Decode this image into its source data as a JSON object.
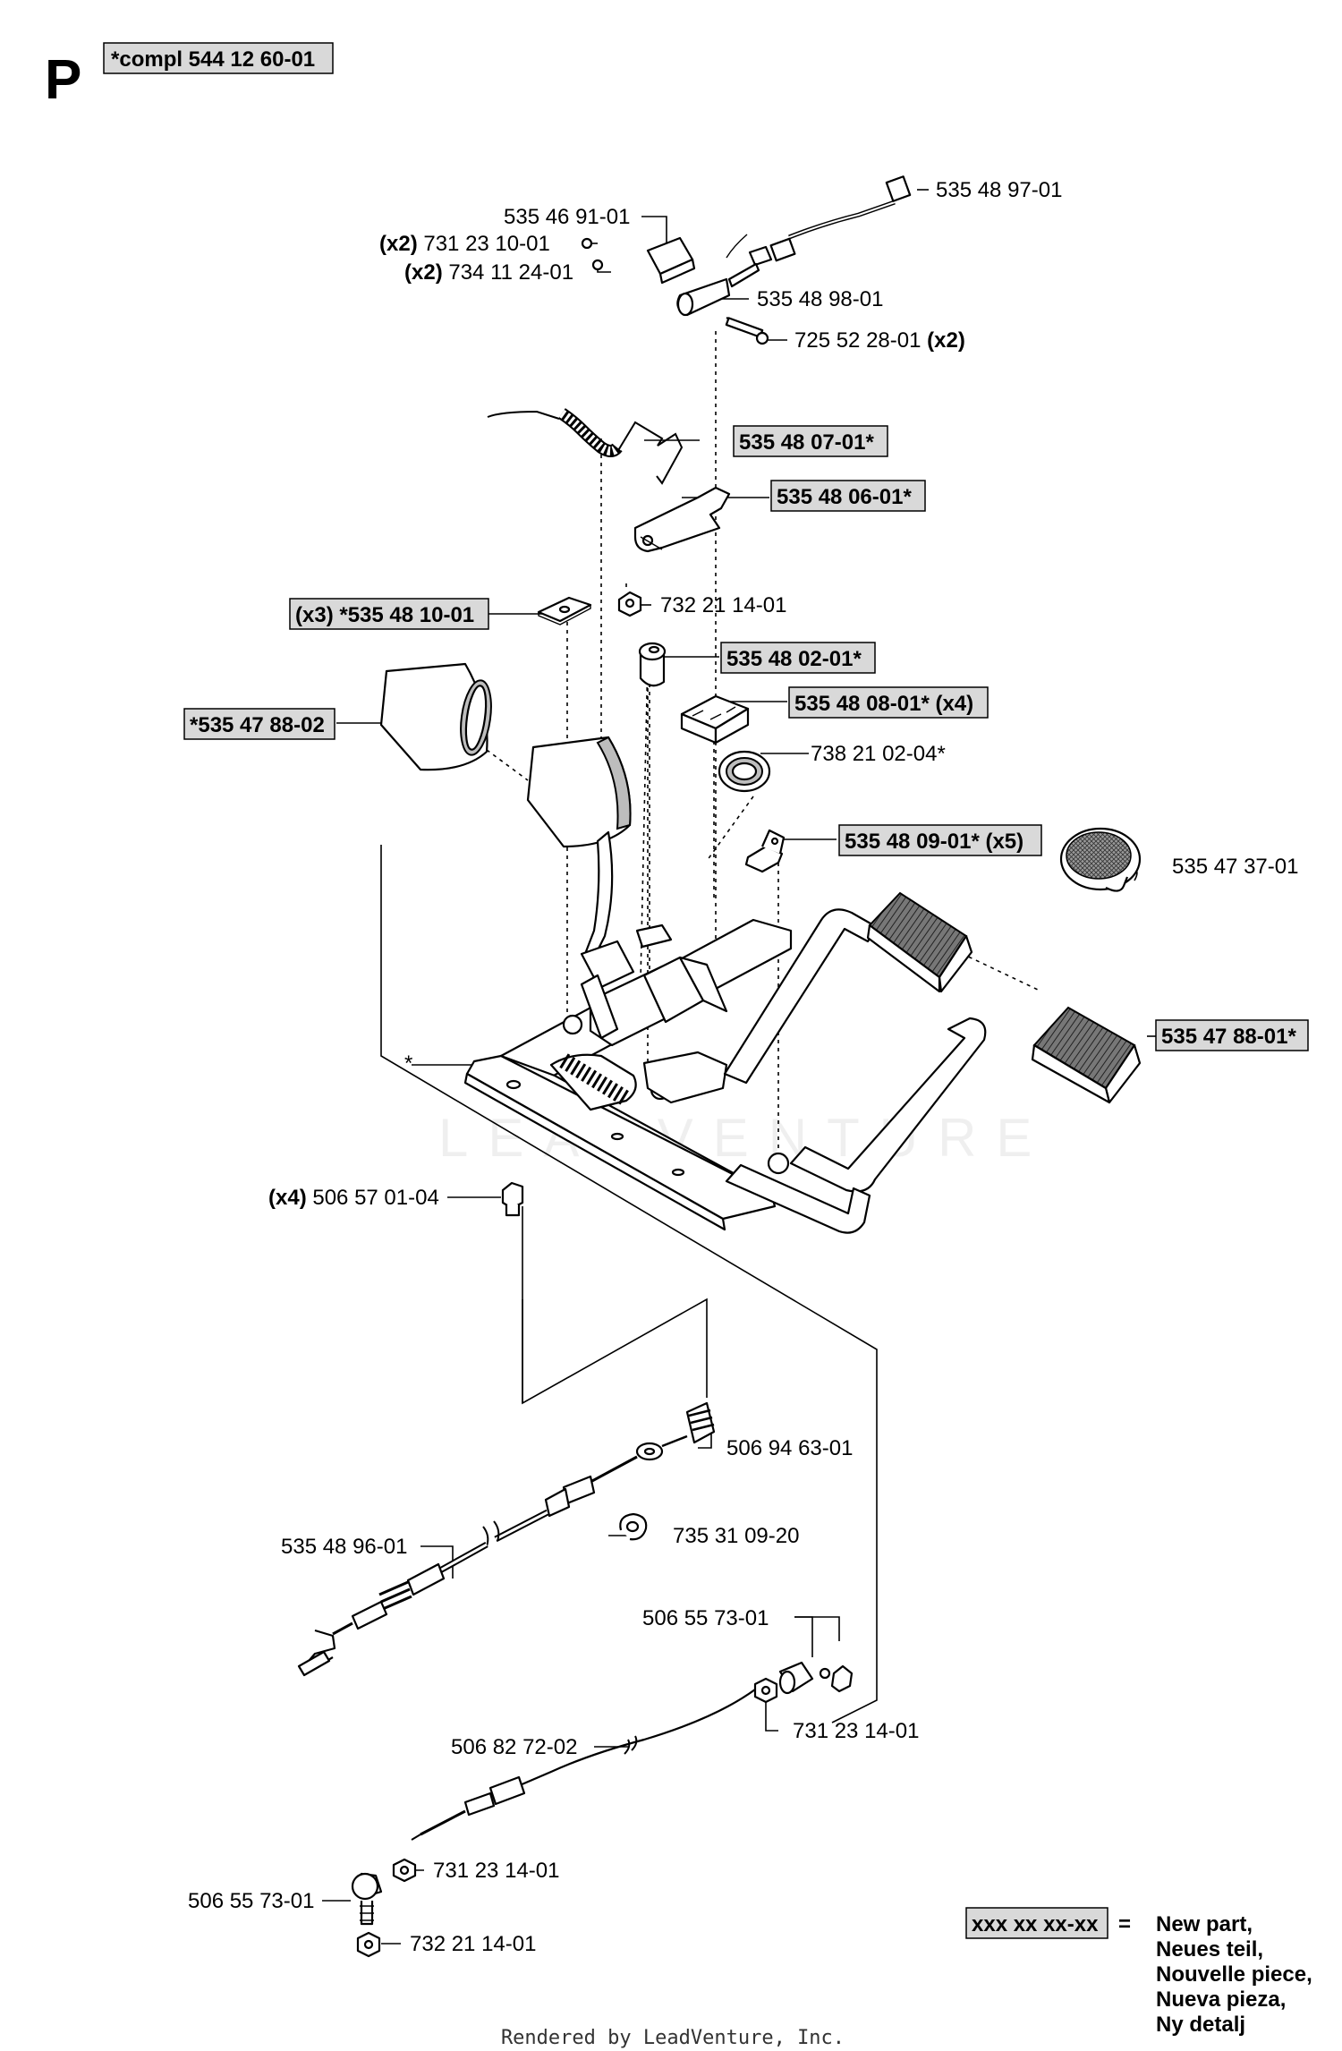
{
  "header": {
    "section_letter": "P",
    "assembly_number": "*compl 544 12 60-01"
  },
  "watermark": "LEADVENTURE",
  "footer": {
    "rendered_by": "Rendered by LeadVenture, Inc."
  },
  "legend": {
    "swatch_text": "xxx xx xx-xx",
    "equals": "=",
    "lines": [
      "New part,",
      "Neues teil,",
      "Nouvelle piece,",
      "Nueva pieza,",
      "Ny detalj"
    ]
  },
  "callouts": [
    {
      "id": "c01",
      "prefix": "",
      "number": "535 48 97-01",
      "suffix": "",
      "boxed": false
    },
    {
      "id": "c02",
      "prefix": "",
      "number": "535 46 91-01",
      "suffix": "",
      "boxed": false
    },
    {
      "id": "c03",
      "prefix": "(x2)",
      "number": "731 23 10-01",
      "suffix": "",
      "boxed": false
    },
    {
      "id": "c04",
      "prefix": "(x2)",
      "number": "734 11 24-01",
      "suffix": "",
      "boxed": false
    },
    {
      "id": "c05",
      "prefix": "",
      "number": "535 48 98-01",
      "suffix": "",
      "boxed": false
    },
    {
      "id": "c06",
      "prefix": "",
      "number": "725 52 28-01",
      "suffix": "(x2)",
      "boxed": false
    },
    {
      "id": "c07",
      "prefix": "",
      "number": "535 48 07-01*",
      "suffix": "",
      "boxed": true
    },
    {
      "id": "c08",
      "prefix": "",
      "number": "535 48 06-01*",
      "suffix": "",
      "boxed": true
    },
    {
      "id": "c09",
      "prefix": "(x3)",
      "number": "*535 48 10-01",
      "suffix": "",
      "boxed": true
    },
    {
      "id": "c10",
      "prefix": "",
      "number": "732 21 14-01",
      "suffix": "",
      "boxed": false
    },
    {
      "id": "c11",
      "prefix": "",
      "number": "535 48 02-01*",
      "suffix": "",
      "boxed": true
    },
    {
      "id": "c12",
      "prefix": "",
      "number": "535 48 08-01*",
      "suffix": "(x4)",
      "boxed": true
    },
    {
      "id": "c13",
      "prefix": "",
      "number": "*535 47 88-02",
      "suffix": "",
      "boxed": true
    },
    {
      "id": "c14",
      "prefix": "",
      "number": "738 21 02-04*",
      "suffix": "",
      "boxed": false
    },
    {
      "id": "c15",
      "prefix": "",
      "number": "535 48 09-01*",
      "suffix": "(x5)",
      "boxed": true
    },
    {
      "id": "c16",
      "prefix": "",
      "number": "535 47 37-01",
      "suffix": "",
      "boxed": false
    },
    {
      "id": "c17",
      "prefix": "",
      "number": "535 47 88-01*",
      "suffix": "",
      "boxed": true
    },
    {
      "id": "c18",
      "prefix": "",
      "number": "*",
      "suffix": "",
      "boxed": false
    },
    {
      "id": "c19",
      "prefix": "(x4)",
      "number": "506 57 01-04",
      "suffix": "",
      "boxed": false
    },
    {
      "id": "c20",
      "prefix": "",
      "number": "506 94 63-01",
      "suffix": "",
      "boxed": false
    },
    {
      "id": "c21",
      "prefix": "",
      "number": "735 31 09-20",
      "suffix": "",
      "boxed": false
    },
    {
      "id": "c22",
      "prefix": "",
      "number": "535 48 96-01",
      "suffix": "",
      "boxed": false
    },
    {
      "id": "c23",
      "prefix": "",
      "number": "506 55 73-01",
      "suffix": "",
      "boxed": false
    },
    {
      "id": "c24",
      "prefix": "",
      "number": "731 23 14-01",
      "suffix": "",
      "boxed": false
    },
    {
      "id": "c25",
      "prefix": "",
      "number": "506 82 72-02",
      "suffix": "",
      "boxed": false
    },
    {
      "id": "c26",
      "prefix": "",
      "number": "731 23 14-01",
      "suffix": "",
      "boxed": false
    },
    {
      "id": "c27",
      "prefix": "",
      "number": "506 55 73-01",
      "suffix": "",
      "boxed": false
    },
    {
      "id": "c28",
      "prefix": "",
      "number": "732 21 14-01",
      "suffix": "",
      "boxed": false
    }
  ]
}
